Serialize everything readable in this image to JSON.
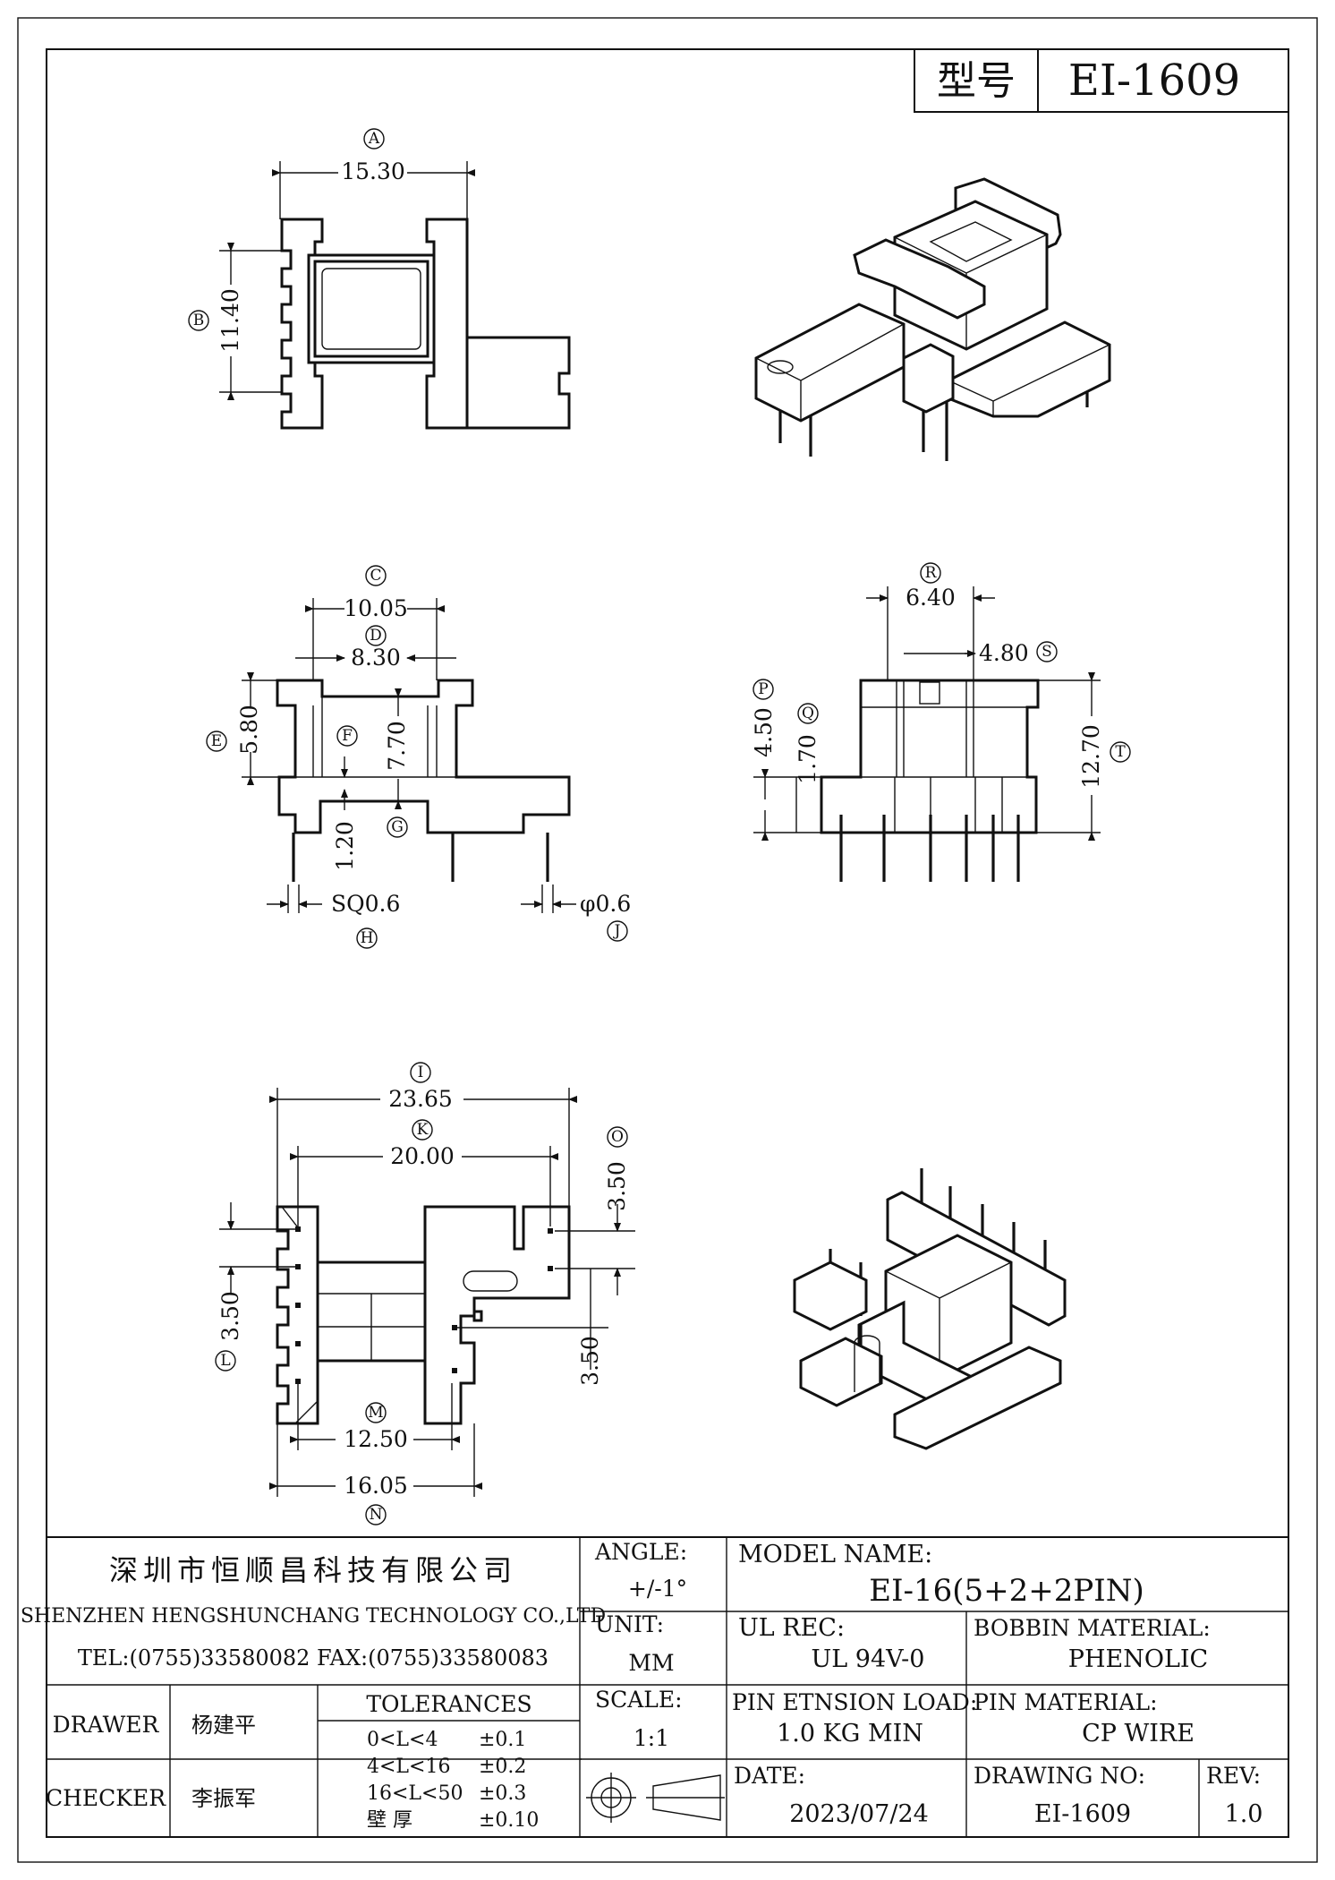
{
  "model_box": {
    "label": "型号",
    "value": "EI-1609"
  },
  "dims": {
    "A": {
      "tag": "A",
      "value": "15.30"
    },
    "B": {
      "tag": "B",
      "value": "11.40"
    },
    "C": {
      "tag": "C",
      "value": "10.05"
    },
    "D": {
      "tag": "D",
      "value": "8.30"
    },
    "E": {
      "tag": "E",
      "value": "5.80"
    },
    "F": {
      "tag": "F",
      "value": "7.70"
    },
    "G": {
      "tag": "G",
      "value": "1.20"
    },
    "H": {
      "tag": "H",
      "value": "SQ0.6"
    },
    "J": {
      "tag": "J",
      "value": "φ0.6"
    },
    "R": {
      "tag": "R",
      "value": "6.40"
    },
    "S": {
      "tag": "S",
      "value": "4.80"
    },
    "P": {
      "tag": "P",
      "value": "4.50"
    },
    "Q": {
      "tag": "Q",
      "value": "1.70"
    },
    "T": {
      "tag": "T",
      "value": "12.70"
    },
    "I": {
      "tag": "I",
      "value": "23.65"
    },
    "K": {
      "tag": "K",
      "value": "20.00"
    },
    "O": {
      "tag": "O",
      "value": "3.50"
    },
    "L": {
      "tag": "L",
      "value": "3.50"
    },
    "N2": {
      "value": "3.50"
    },
    "M": {
      "tag": "M",
      "value": "12.50"
    },
    "N": {
      "tag": "N",
      "value": "16.05"
    }
  },
  "company": {
    "name_cn": "深圳市恒顺昌科技有限公司",
    "name_en": "SHENZHEN HENGSHUNCHANG TECHNOLOGY CO.,LTD",
    "contact": "TEL:(0755)33580082 FAX:(0755)33580083"
  },
  "angle": {
    "label": "ANGLE:",
    "value": "+/-1°"
  },
  "unit": {
    "label": "UNIT:",
    "value": "MM"
  },
  "scale": {
    "label": "SCALE:",
    "value": "1:1"
  },
  "model_name": {
    "label": "MODEL NAME:",
    "value": "EI-16(5+2+2PIN)"
  },
  "ul_rec": {
    "label": "UL REC:",
    "value": "UL 94V-0"
  },
  "bobbin_material": {
    "label": "BOBBIN MATERIAL:",
    "value": "PHENOLIC"
  },
  "pin_tension": {
    "label": "PIN ETNSION LOAD:",
    "value": "1.0 KG MIN"
  },
  "pin_material": {
    "label": "PIN MATERIAL:",
    "value": "CP WIRE"
  },
  "date": {
    "label": "DATE:",
    "value": "2023/07/24"
  },
  "drawing_no": {
    "label": "DRAWING NO:",
    "value": "EI-1609"
  },
  "rev": {
    "label": "REV:",
    "value": "1.0"
  },
  "drawer": {
    "label": "DRAWER",
    "value": "杨建平"
  },
  "checker": {
    "label": "CHECKER",
    "value": "李振军"
  },
  "tolerances": {
    "title": "TOLERANCES",
    "rows": [
      {
        "range": "0<L<4",
        "tol": "±0.1"
      },
      {
        "range": "4<L<16",
        "tol": "±0.2"
      },
      {
        "range": "16<L<50",
        "tol": "±0.3"
      },
      {
        "range": "壁  厚",
        "tol": "±0.10"
      }
    ]
  }
}
